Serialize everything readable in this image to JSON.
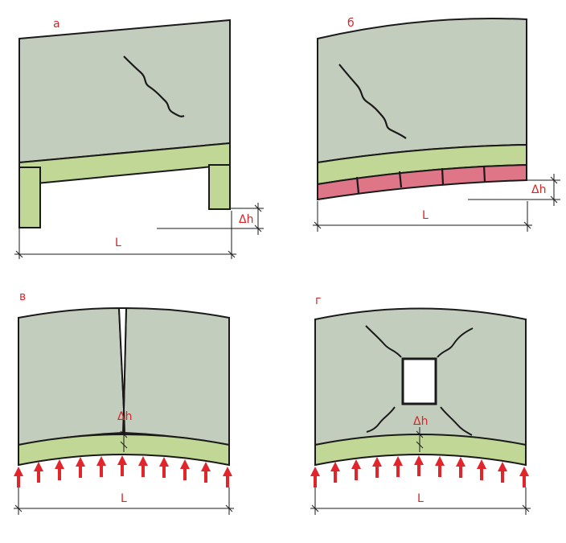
{
  "colors": {
    "wall": "#c3cdbd",
    "beam": "#c1d795",
    "brick": "#df7688",
    "stroke": "#1a1a1a",
    "label": "#d6262a",
    "arrow": "#e0252b",
    "background": "#ffffff"
  },
  "panels": {
    "a": {
      "letter": "а",
      "span_label": "L",
      "deflection_label": "Δh"
    },
    "b": {
      "letter": "б",
      "span_label": "L",
      "deflection_label": "Δh"
    },
    "v": {
      "letter": "в",
      "span_label": "L",
      "deflection_label": "Δh"
    },
    "g": {
      "letter": "г",
      "span_label": "L",
      "deflection_label": "Δh"
    }
  }
}
